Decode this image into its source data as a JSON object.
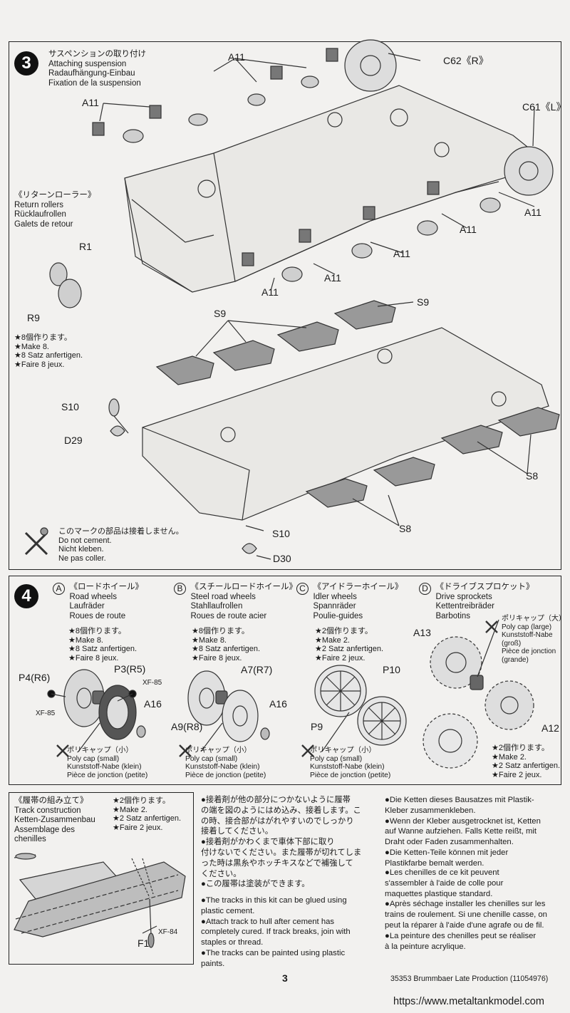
{
  "step3": {
    "number": "3",
    "title": "サスペンションの取り付け\nAttaching suspension\nRadaufhängung-Einbau\nFixation de la suspension",
    "return_rollers_title": "《リターンローラー》\nReturn rollers\nRücklaufrollen\nGalets de retour",
    "make8": "★8個作ります。\n★Make 8.\n★8 Satz anfertigen.\n★Faire 8 jeux.",
    "no_cement": "このマークの部品は接着しません。\nDo not cement.\nNicht kleben.\nNe pas coller.",
    "labels": {
      "a11": "A11",
      "c62": "C62《R》",
      "c61": "C61《L》",
      "r1": "R1",
      "r9": "R9",
      "s9": "S9",
      "s10": "S10",
      "d29": "D29",
      "s8": "S8",
      "d30": "D30"
    }
  },
  "step4": {
    "number": "4",
    "a": {
      "letter": "A",
      "title": "《ロードホイール》\nRoad wheels\nLaufräder\nRoues de route",
      "make": "★8個作ります。\n★Make 8.\n★8 Satz anfertigen.\n★Faire 8 jeux."
    },
    "b": {
      "letter": "B",
      "title": "《スチールロードホイール》\nSteel road wheels\nStahllaufrollen\nRoues de route acier",
      "make": "★8個作ります。\n★Make 8.\n★8 Satz anfertigen.\n★Faire 8 jeux."
    },
    "c": {
      "letter": "C",
      "title": "《アイドラーホイール》\nIdler wheels\nSpannräder\nPoulie-guides",
      "make": "★2個作ります。\n★Make 2.\n★2 Satz anfertigen.\n★Faire 2 jeux."
    },
    "d": {
      "letter": "D",
      "title": "《ドライブスプロケット》\nDrive sprockets\nKettentreibräder\nBarbotins",
      "make": "★2個作ります。\n★Make 2.\n★2 Satz anfertigen.\n★Faire 2 jeux."
    },
    "poly_small": "ポリキャップ（小）\nPoly cap (small)\nKunststoff-Nabe (klein)\nPièce de jonction (petite)",
    "poly_large": "ポリキャップ（大）\nPoly cap (large)\nKunststoff-Nabe\n(groß)\nPièce de jonction\n(grande)",
    "labels": {
      "p4": "P4(R6)",
      "p3": "P3(R5)",
      "xf85": "XF-85",
      "a16": "A16",
      "a7": "A7(R7)",
      "a9": "A9(R8)",
      "p10": "P10",
      "p9": "P9",
      "a13": "A13",
      "a12": "A12"
    }
  },
  "track": {
    "title": "《履帯の組み立て》\nTrack construction\nKetten-Zusammenbau\nAssemblage des\nchenilles",
    "make2": "★2個作ります。\n★Make 2.\n★2 Satz anfertigen.\n★Faire 2 jeux.",
    "jp": "●接着剤が他の部分につかないように履帯\nの端を図のようにはめ込み、接着します。こ\nの時、接合部がはがれやすいのでしっかり\n接着してください。\n●接着剤がかわくまで車体下部に取り\n付けないでください。また履帯が切れてしま\nった時は黒糸やホッチキスなどで補強して\nください。\n●この履帯は塗装ができます。",
    "en": "●The tracks in this kit can be glued using\nplastic cement.\n●Attach track to hull after cement has\ncompletely cured. If track breaks, join with\nstaples or thread.\n●The tracks can be painted using plastic\npaints.",
    "de": "●Die Ketten dieses Bausatzes mit Plastik-\nKleber zusammenkleben.\n●Wenn der Kleber ausgetrocknet ist, Ketten\nauf Wanne aufziehen. Falls Kette reißt, mit\nDraht oder Faden zusammenhalten.\n●Die Ketten-Teile können mit jeder\nPlastikfarbe bemalt werden.",
    "fr": "●Les chenilles de ce kit peuvent\ns'assembler à l'aide de colle pour\nmaquettes plastique standard.\n●Après séchage installer les chenilles sur les\ntrains de roulement. Si une chenille casse, on\npeut la réparer à l'aide d'une agrafe ou de fil.\n●La peinture des chenilles peut se réaliser\nà la peinture acrylique.",
    "labels": {
      "xf84": "XF-84",
      "f1": "F1"
    }
  },
  "footer": {
    "page": "3",
    "code": "35353  Brummbaer Late Production (11054976)",
    "watermark": "https://www.metaltankmodel.com"
  }
}
